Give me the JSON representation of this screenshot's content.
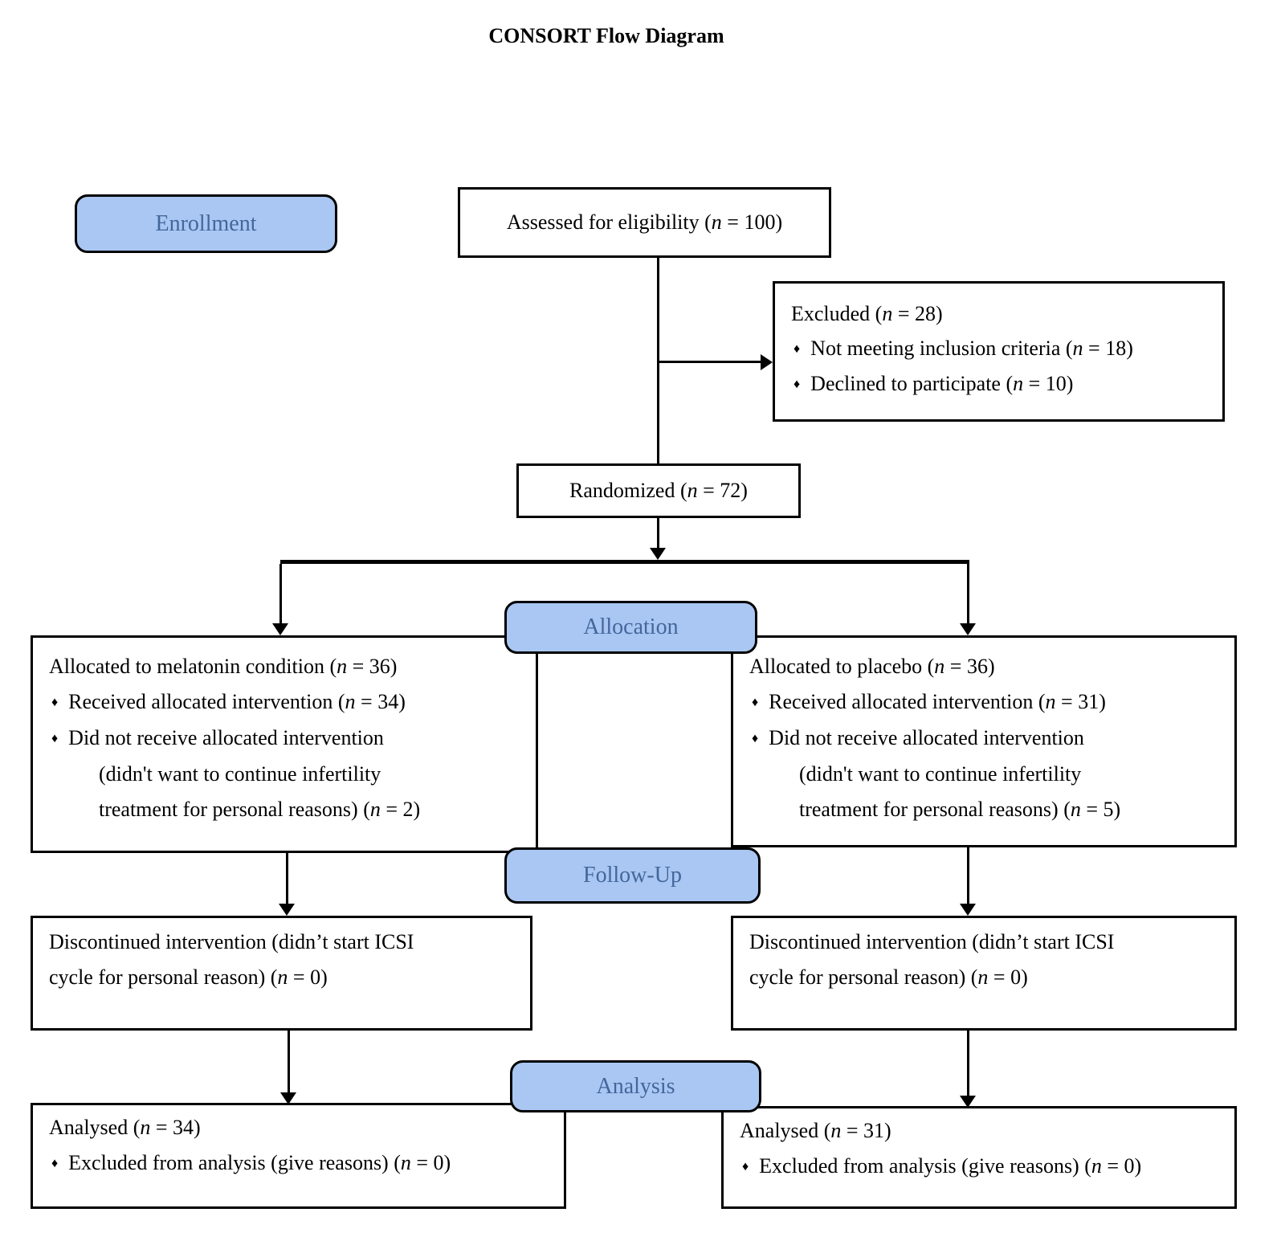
{
  "title": "CONSORT Flow Diagram",
  "glyphs": {
    "bullet": "♦"
  },
  "colors": {
    "border": "#000000",
    "box_fill": "#ffffff",
    "text": "#000000",
    "stage_fill": "#a9c7f2",
    "stage_text": "#44669c"
  },
  "stages": {
    "enrollment": "Enrollment",
    "allocation": "Allocation",
    "followup": "Follow-Up",
    "analysis": "Analysis"
  },
  "boxes": {
    "assessed": {
      "text": "Assessed for eligibility (n = 100)"
    },
    "excluded": {
      "line1": "Excluded (n = 28)",
      "bullet1": "Not meeting inclusion criteria (n = 18)",
      "bullet2": "Declined to participate (n = 10)"
    },
    "randomized": {
      "text": "Randomized (n = 72)"
    },
    "alloc_left": {
      "line1": "Allocated to melatonin condition (n = 36)",
      "bullet1": "Received allocated intervention (n = 34)",
      "bullet2": "Did not receive allocated intervention",
      "cont1": "(didn't want to continue infertility",
      "cont2": "treatment for personal reasons) (n = 2)"
    },
    "alloc_right": {
      "line1": "Allocated to placebo (n = 36)",
      "bullet1": "Received allocated intervention (n = 31)",
      "bullet2": "Did not receive allocated intervention",
      "cont1": "(didn't want to continue infertility",
      "cont2": "treatment for personal reasons) (n = 5)"
    },
    "disc_left": {
      "line1": "Discontinued intervention (didn’t start ICSI",
      "line2": "cycle for personal reason) (n = 0)"
    },
    "disc_right": {
      "line1": "Discontinued intervention (didn’t start ICSI",
      "line2": "cycle for personal reason) (n = 0)"
    },
    "anal_left": {
      "line1": "Analysed (n = 34)",
      "bullet1": "Excluded from analysis (give reasons) (n = 0)"
    },
    "anal_right": {
      "line1": "Analysed (n = 31)",
      "bullet1": "Excluded from analysis (give reasons) (n = 0)"
    }
  }
}
